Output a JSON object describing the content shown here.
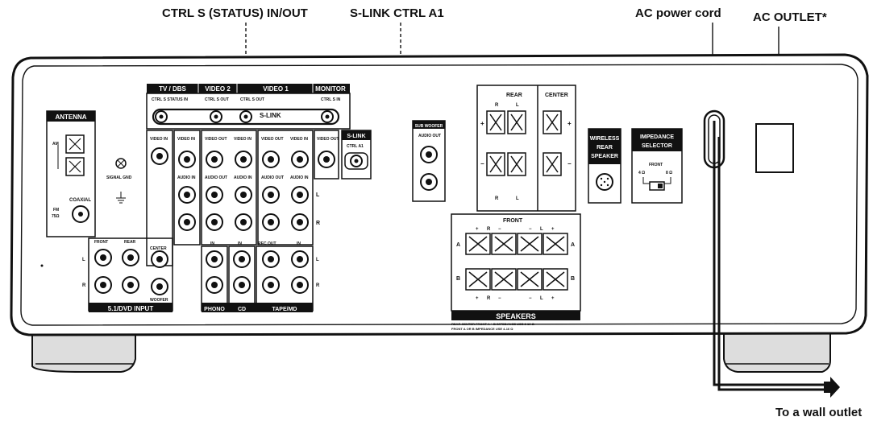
{
  "callouts": {
    "ctrl_s": "CTRL S (STATUS) IN/OUT",
    "s_link_ctrl": "S-LINK CTRL A1",
    "ac_power_cord": "AC power cord",
    "ac_outlet": "AC OUTLET*",
    "wall_outlet": "To a wall outlet"
  },
  "panel": {
    "antenna": {
      "title": "ANTENNA",
      "am": "AM",
      "coaxial": "COAXIAL",
      "fm": "FM",
      "fm_ohm": "75Ω",
      "signal_gnd": "SIGNAL GND"
    },
    "tv_dbs": "TV / DBS",
    "video2": "VIDEO 2",
    "video1": "VIDEO 1",
    "monitor": "MONITOR",
    "ctrl_s_status_in": "CTRL S STATUS IN",
    "ctrl_s_out": "CTRL S OUT",
    "ctrl_s_in": "CTRL S IN",
    "s_link": "S-LINK",
    "s_link_box": "S-LINK",
    "ctrl_a1": "CTRL A1",
    "video_in": "VIDEO IN",
    "video_out": "VIDEO OUT",
    "audio_in": "AUDIO IN",
    "audio_out": "AUDIO OUT",
    "sub_woofer_label": "SUB WOOFER",
    "sub_woofer_audio_out": "AUDIO OUT",
    "l": "L",
    "r": "R",
    "dvd_front": "FRONT",
    "dvd_rear": "REAR",
    "dvd_center": "CENTER",
    "dvd_woofer": "WOOFER",
    "dvd_input": "5.1/DVD INPUT",
    "phono": "PHONO",
    "cd": "CD",
    "tape_md": "TAPE/MD",
    "rec_out": "REC OUT",
    "in": "IN",
    "rear": "REAR",
    "center": "CENTER",
    "front": "FRONT",
    "plus": "+",
    "minus": "−",
    "a": "A",
    "b": "B",
    "speakers": "SPEAKERS",
    "speakers_note1": "REAR CENTER FRONT A + B   IMPEDANCE USE 8-16 Ω",
    "speakers_note2": "FRONT A OR B   IMPEDANCE USE 4-16 Ω",
    "wireless": [
      "WIRELESS",
      "REAR",
      "SPEAKER"
    ],
    "impedance": [
      "IMPEDANCE",
      "SELECTOR"
    ],
    "imp_front": "FRONT",
    "imp_4": "4 Ω",
    "imp_8": "8 Ω"
  }
}
